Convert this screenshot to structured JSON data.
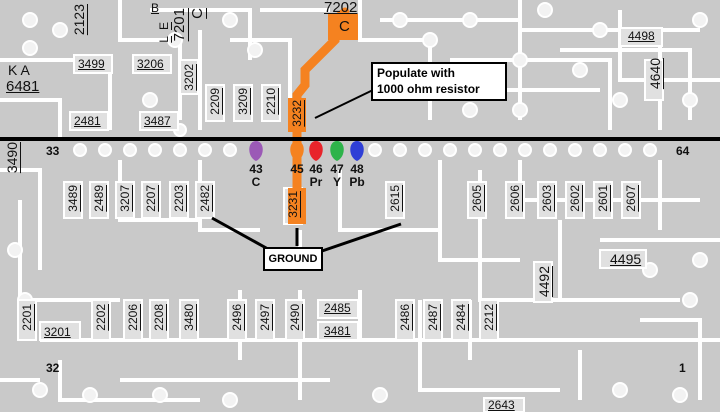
{
  "colors": {
    "board": "#c9c9c9",
    "trace": "#ffffff",
    "pad": "#f2f2f2",
    "highlight_trace": "#f58220",
    "pin_c": "#9b59b6",
    "pin_45": "#f58220",
    "pin_pr": "#e8242b",
    "pin_y": "#2eb34a",
    "pin_pb": "#2f3fd6"
  },
  "top_refs": {
    "r2123": "2123",
    "r7201": "7201",
    "r7201_c": "C",
    "r_b": "B",
    "r_e": "E",
    "r_l": "L",
    "r7202": "7202",
    "r7202_c": "C",
    "r4498": "4498",
    "r4640": "4640",
    "ka": "K   A",
    "r6481": "6481",
    "r3499": "3499",
    "r3206": "3206",
    "r3202": "3202",
    "r2209": "2209",
    "r3209": "3209",
    "r2210": "2210",
    "r3232": "3232",
    "r2481": "2481",
    "r3487": "3487"
  },
  "connector": {
    "left_end": "33",
    "right_end": "64",
    "left_ref": "3490",
    "pins": [
      {
        "num": "43",
        "name": "C"
      },
      {
        "num": "45",
        "name": ""
      },
      {
        "num": "46",
        "name": "Pr"
      },
      {
        "num": "47",
        "name": "Y"
      },
      {
        "num": "48",
        "name": "Pb"
      }
    ]
  },
  "callouts": {
    "populate": "Populate with\n1000 ohm resistor",
    "ground": "GROUND"
  },
  "mid_refs": {
    "r3489": "3489",
    "r2489": "2489",
    "r3207": "3207",
    "r2207": "2207",
    "r2203": "2203",
    "r2482": "2482",
    "r3231": "3231",
    "r2615": "2615",
    "r2605": "2605",
    "r2606": "2606",
    "r2603": "2603",
    "r2602": "2602",
    "r2601": "2601",
    "r2607": "2607",
    "r4495": "4495",
    "r4492": "4492"
  },
  "bottom_refs": {
    "r2201": "2201",
    "r3201": "3201",
    "r2202": "2202",
    "r2206": "2206",
    "r2208": "2208",
    "r3480": "3480",
    "r2496": "2496",
    "r2497": "2497",
    "r2490": "2490",
    "r2485": "2485",
    "r3481": "3481",
    "r2486": "2486",
    "r2487": "2487",
    "r2484": "2484",
    "r2212": "2212",
    "r2643": "2643"
  },
  "row_ends": {
    "left": "32",
    "right": "1"
  }
}
